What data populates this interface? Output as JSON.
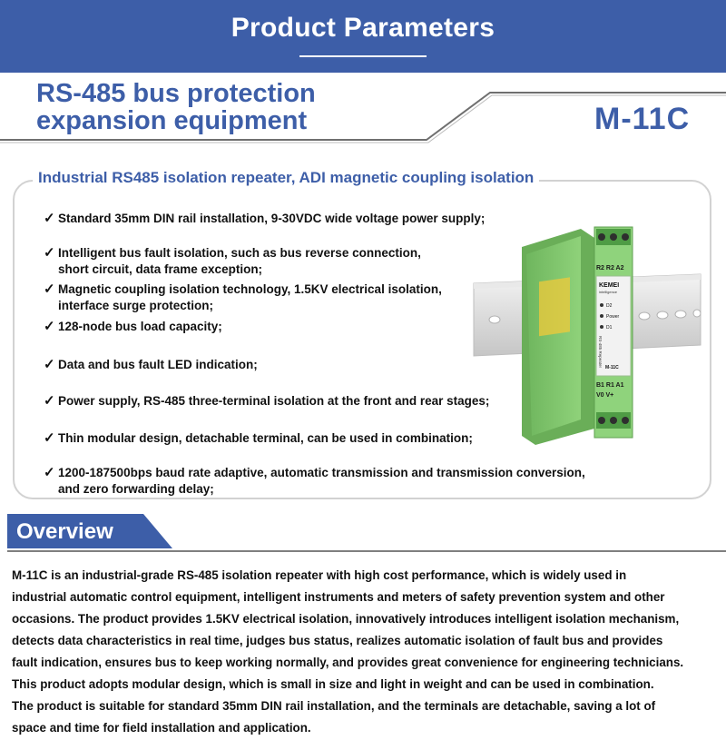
{
  "header": {
    "title": "Product Parameters"
  },
  "product": {
    "title_line1": "RS-485 bus protection",
    "title_line2": "expansion equipment",
    "model": "M-11C"
  },
  "features": {
    "subtitle": "Industrial RS485 isolation repeater, ADI magnetic coupling isolation",
    "items": [
      [
        "Standard 35mm DIN rail installation, 9-30VDC wide voltage power supply;"
      ],
      [
        "Intelligent bus fault isolation, such as bus reverse connection,",
        "short circuit, data frame exception;"
      ],
      [
        "Magnetic coupling isolation technology, 1.5KV electrical isolation,",
        "interface surge protection;"
      ],
      [
        "128-node bus load capacity;"
      ],
      [
        "Data and bus fault LED indication;"
      ],
      [
        "Power supply, RS-485 three-terminal isolation at the front and rear stages;"
      ],
      [
        "Thin modular design, detachable terminal, can be used in combination;"
      ],
      [
        "1200-187500bps baud rate adaptive, automatic transmission and transmission conversion,",
        "and zero forwarding delay;"
      ]
    ]
  },
  "device_labels": {
    "brand": "KEMEI",
    "brand_sub": "intelligence",
    "top_terminals": "R2 R2 A2",
    "led_d2": "D2",
    "led_power": "Power",
    "led_d1": "D1",
    "side_text": "RS-485 Repeater",
    "model_plate": "M-11C",
    "bottom_terminals_1": "B1 R1 A1",
    "bottom_terminals_2": "V0 V+"
  },
  "overview": {
    "title": "Overview",
    "lines": [
      "M-11C is an industrial-grade RS-485 isolation repeater with high cost performance, which is widely used in",
      "industrial automatic control equipment, intelligent instruments and meters of safety prevention system and other",
      "occasions. The product provides 1.5KV electrical isolation, innovatively introduces intelligent isolation mechanism,",
      "detects data characteristics in real time, judges bus status, realizes automatic isolation of fault bus and provides",
      "fault indication, ensures bus to keep working normally, and provides great convenience for engineering technicians.",
      "This product adopts modular design, which is small in size and light in weight and can be used in combination.",
      "The product is suitable for standard 35mm DIN rail installation, and the terminals are detachable, saving a lot of",
      "space and time for field installation and application."
    ]
  },
  "colors": {
    "accent": "#3d5ea8",
    "device_green": "#7cc46a"
  }
}
